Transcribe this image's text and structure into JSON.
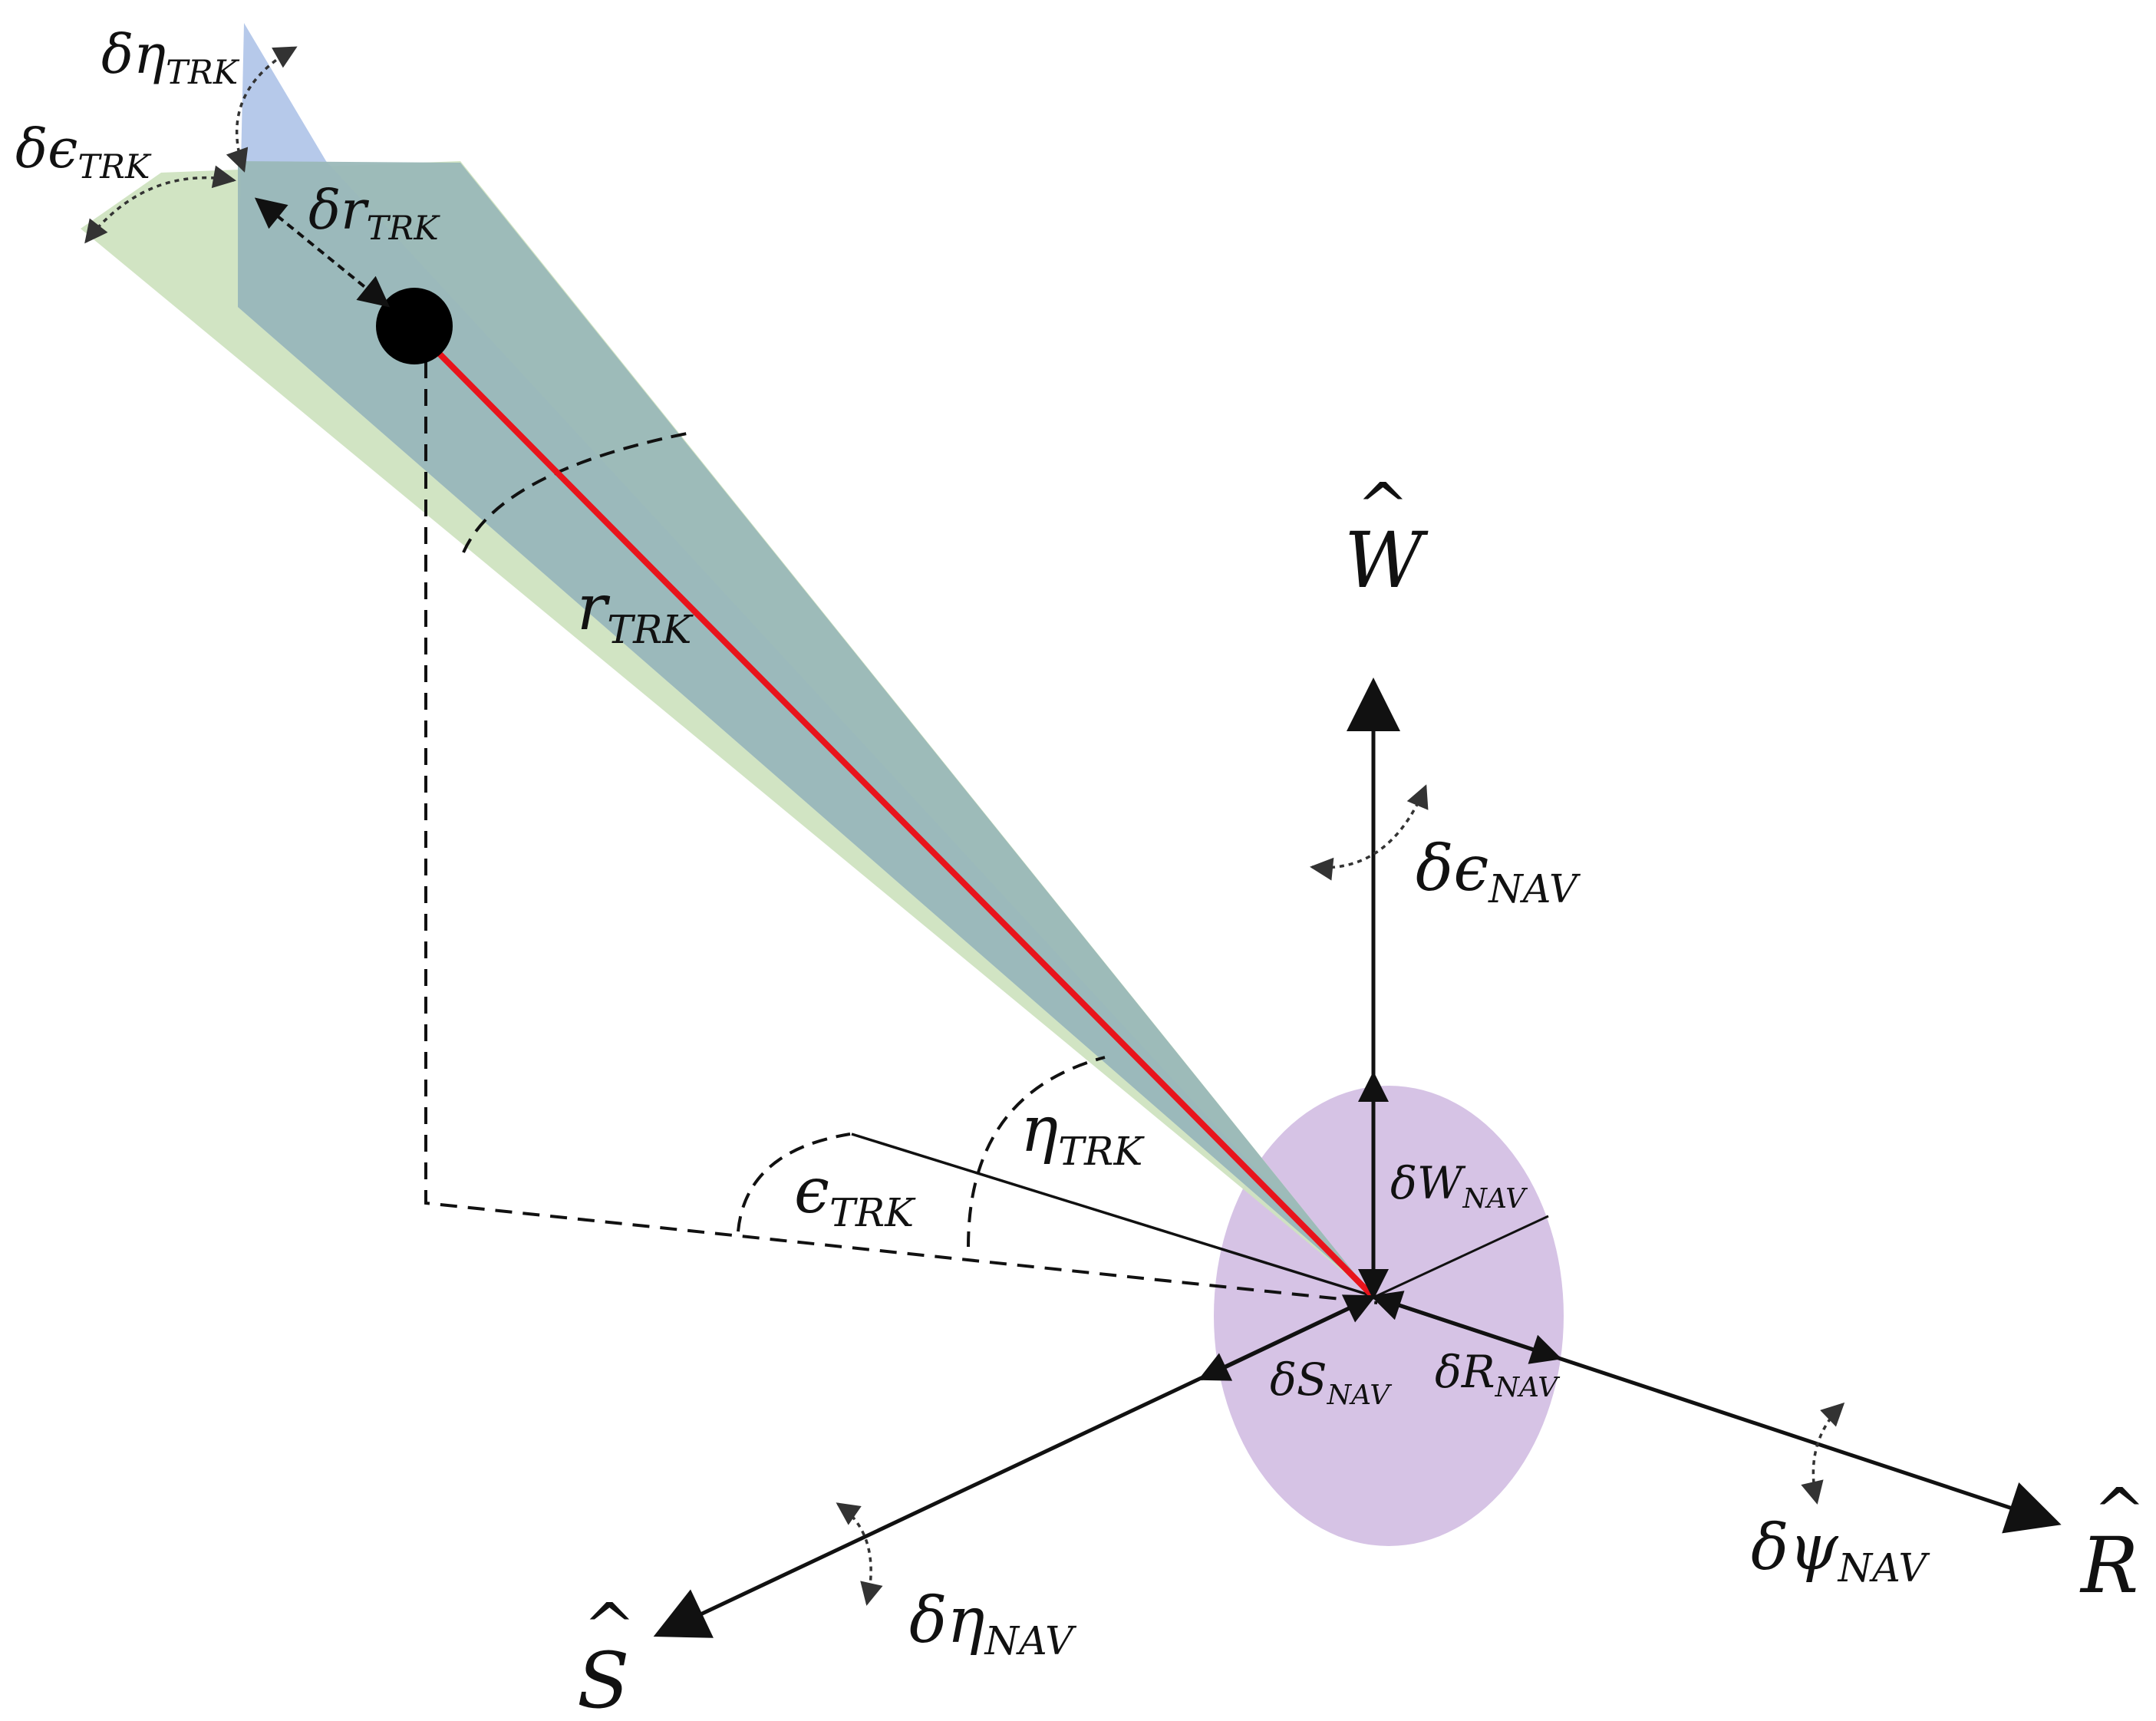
{
  "axes": {
    "w": {
      "symbol": "W",
      "hat": "^"
    },
    "r": {
      "symbol": "R",
      "hat": "^"
    },
    "s": {
      "symbol": "S",
      "hat": "^"
    }
  },
  "labels": {
    "r_trk": {
      "main": "r",
      "sub": "TRK"
    },
    "eta_trk": {
      "main": "η",
      "sub": "TRK"
    },
    "eps_trk": {
      "main": "ϵ",
      "sub": "TRK"
    },
    "d_eta_trk": {
      "main": "δη",
      "sub": "TRK"
    },
    "d_eps_trk": {
      "main": "δϵ",
      "sub": "TRK"
    },
    "d_r_trk": {
      "main": "δr",
      "sub": "TRK"
    },
    "d_eps_nav": {
      "main": "δϵ",
      "sub": "NAV"
    },
    "d_w_nav": {
      "main": "δW",
      "sub": "NAV"
    },
    "d_s_nav": {
      "main": "δS",
      "sub": "NAV"
    },
    "d_r_nav": {
      "main": "δR",
      "sub": "NAV"
    },
    "d_psi_nav": {
      "main": "δψ",
      "sub": "NAV"
    },
    "d_eta_nav": {
      "main": "δη",
      "sub": "NAV"
    }
  },
  "colors": {
    "line_of_sight": "#e8141c",
    "range_cone": "#cfe3c0",
    "angle_cone": "#a9bfe6",
    "overlap_cone": "#9ab8b8",
    "nav_ellipse": "#d6c3e5",
    "target": "#000000",
    "axis": "#111111"
  }
}
